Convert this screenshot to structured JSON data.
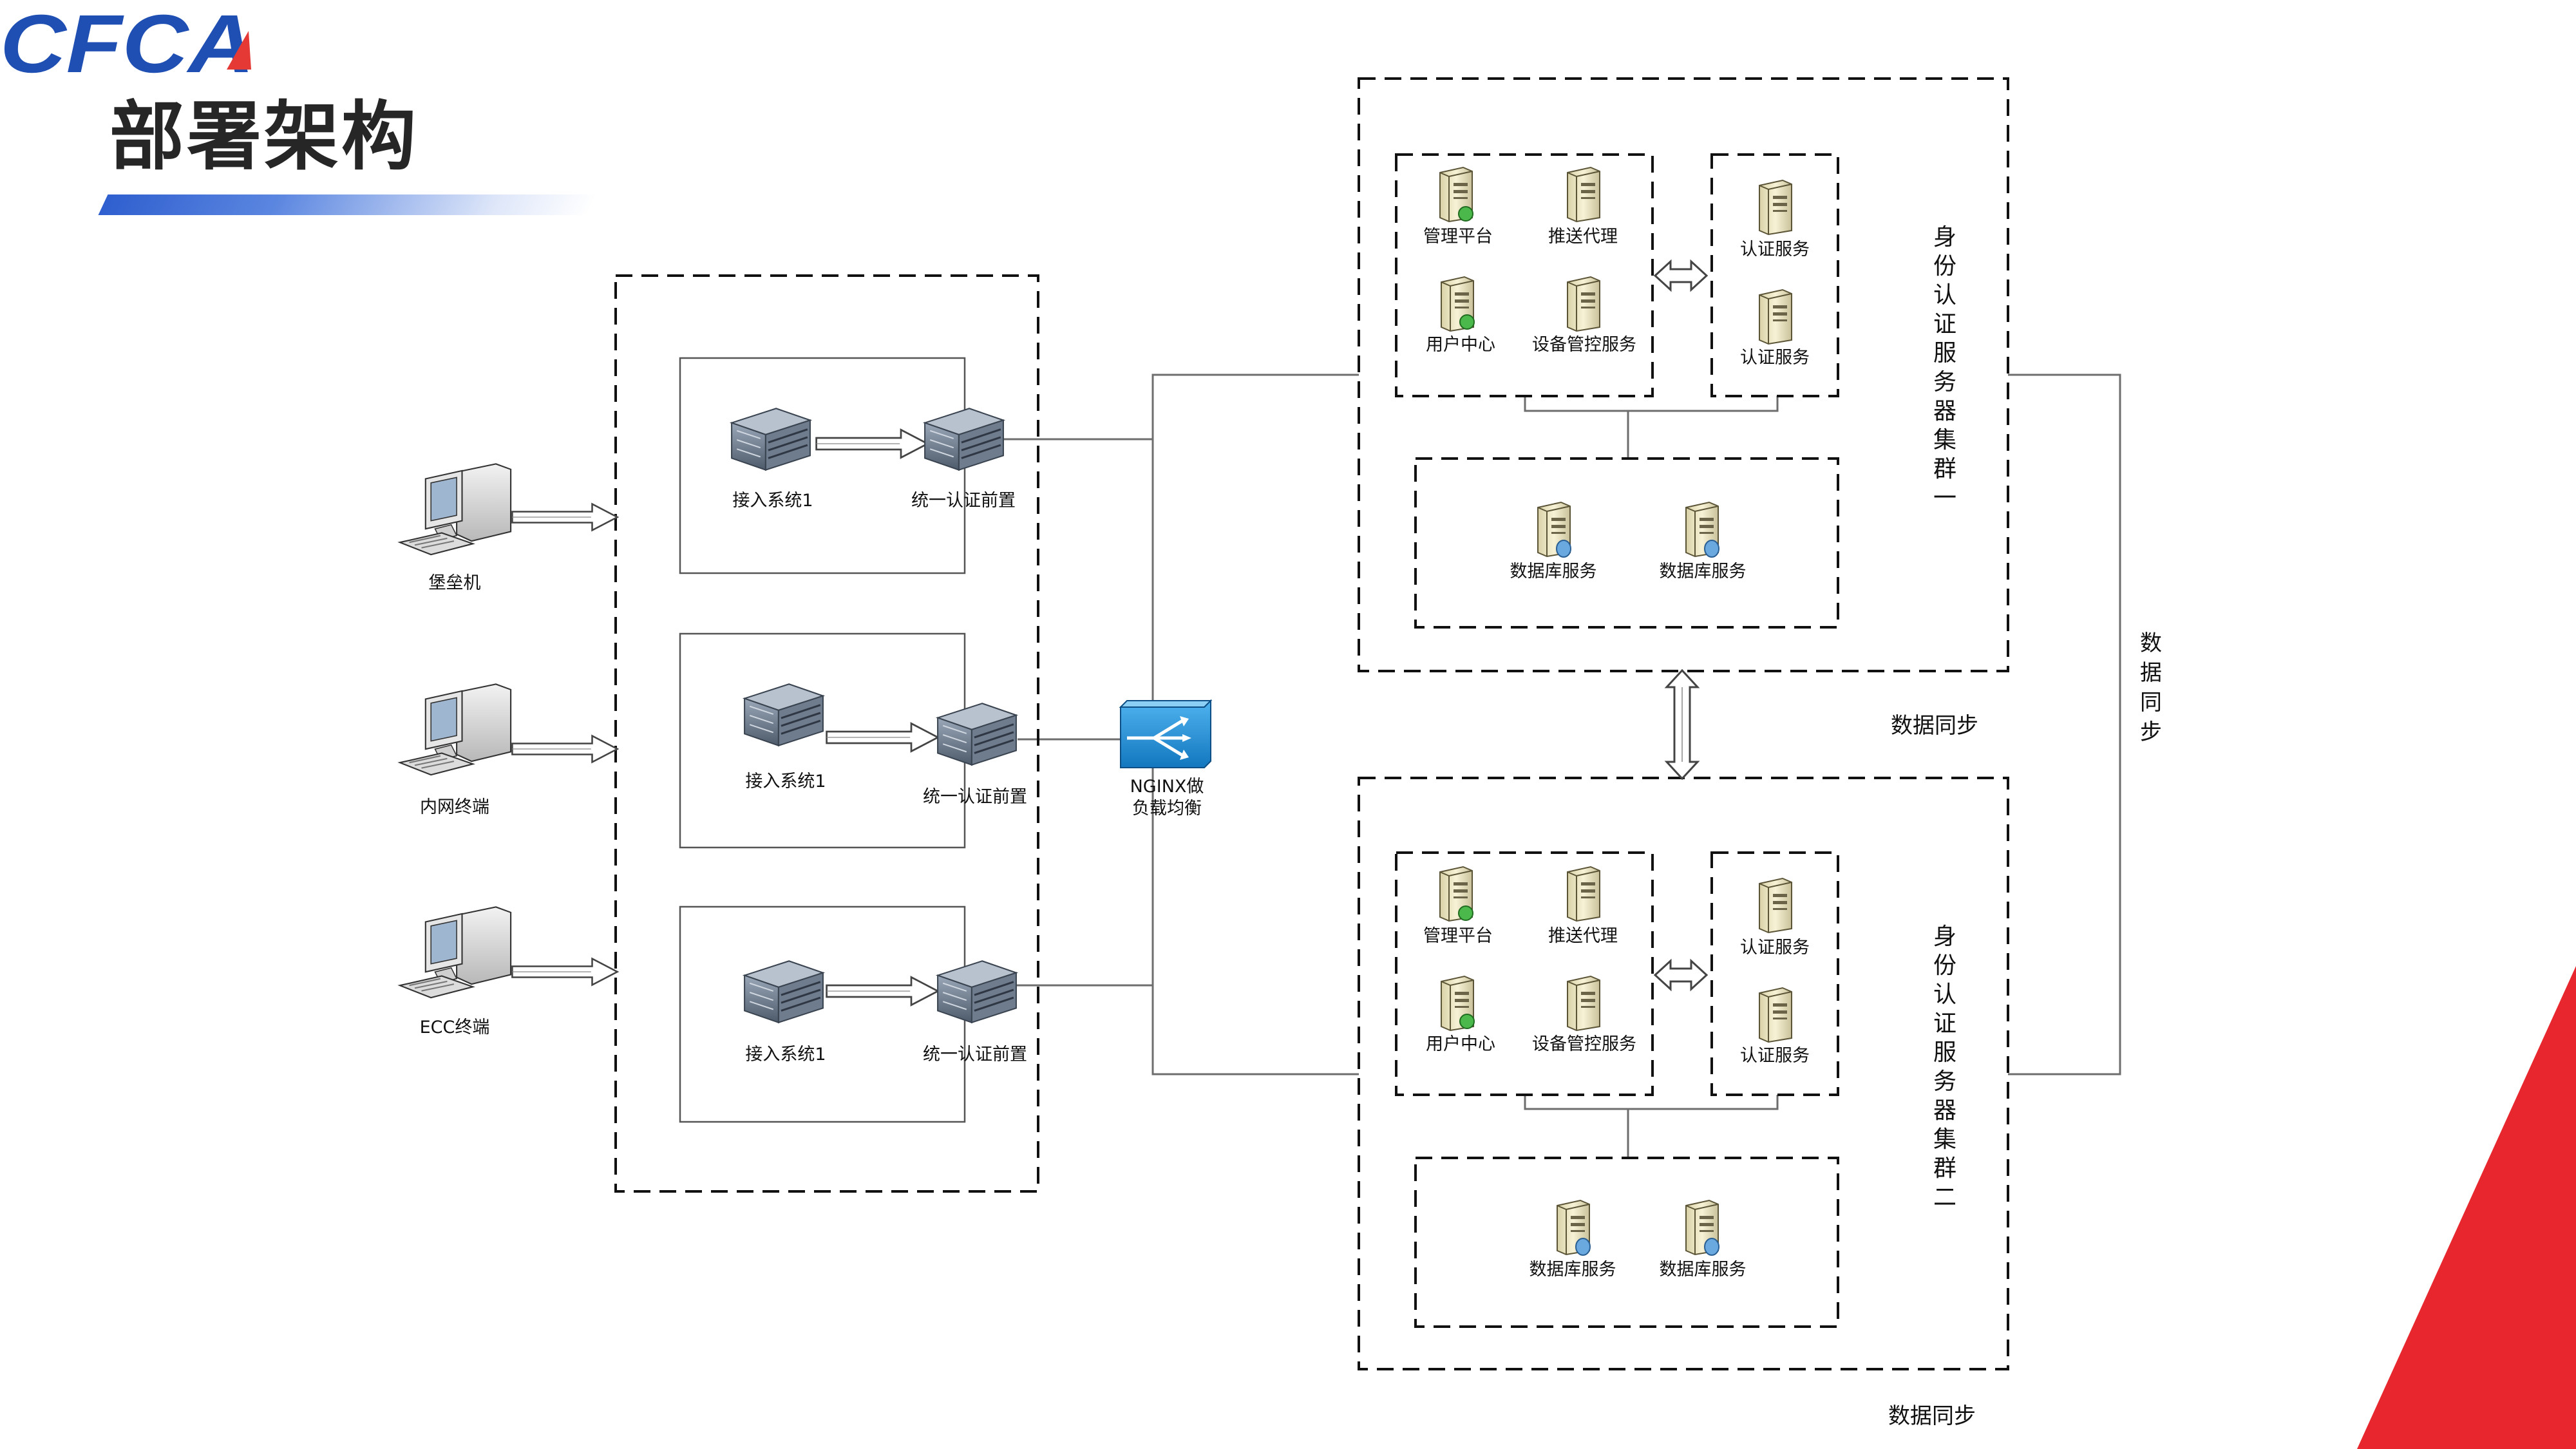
{
  "slide": {
    "title": "部署架构"
  },
  "logo": {
    "text": "CFCA",
    "brand_color": "#1f4fb3",
    "accent_color": "#e53935"
  },
  "clients": [
    {
      "label": "堡垒机",
      "icon": "computer-icon"
    },
    {
      "label": "内网终端",
      "icon": "computer-icon"
    },
    {
      "label": "ECC终端",
      "icon": "computer-icon"
    }
  ],
  "access_groups": [
    {
      "system": "接入系统1",
      "gateway": "统一认证前置"
    },
    {
      "system": "接入系统1",
      "gateway": "统一认证前置"
    },
    {
      "system": "接入系统1",
      "gateway": "统一认证前置"
    }
  ],
  "load_balancer": {
    "line1": "NGINX做",
    "line2": "负载均衡",
    "icon": "switch-icon"
  },
  "clusters": [
    {
      "label": "身份认证服务器集群一",
      "apps": [
        "管理平台",
        "推送代理",
        "用户中心",
        "设备管控服务"
      ],
      "auth": [
        "认证服务",
        "认证服务"
      ],
      "db": [
        "数据库服务",
        "数据库服务"
      ]
    },
    {
      "label": "身份认证服务器集群二",
      "apps": [
        "管理平台",
        "推送代理",
        "用户中心",
        "设备管控服务"
      ],
      "auth": [
        "认证服务",
        "认证服务"
      ],
      "db": [
        "数据库服务",
        "数据库服务"
      ]
    }
  ],
  "sync": {
    "middle": "数据同步",
    "right": "数据同步",
    "bottom": "数据同步"
  },
  "colors": {
    "red_accent": "#e8262d",
    "title_bar": "#2f5fcf",
    "switch": "#1a8fd6"
  }
}
